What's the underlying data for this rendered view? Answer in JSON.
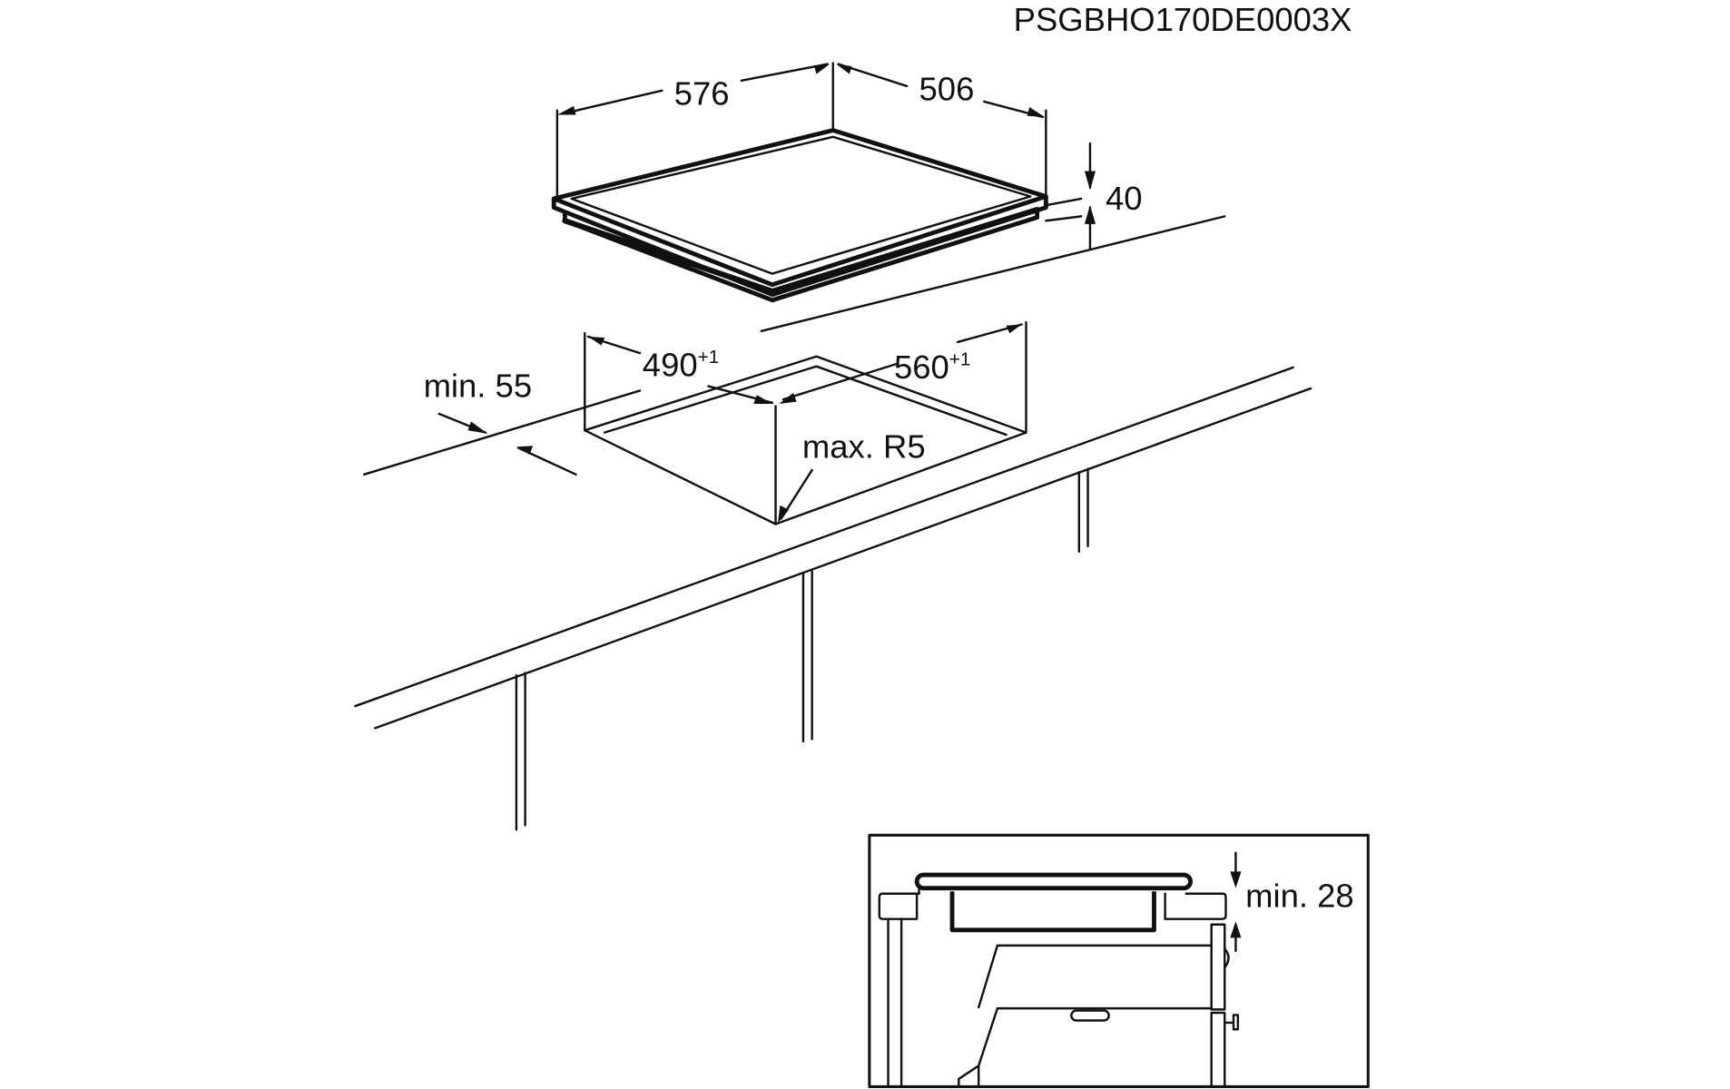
{
  "document_code": "PSGBHO170DE0003X",
  "hob_dimensions": {
    "width": "576",
    "depth": "506",
    "height": "40"
  },
  "cutout_dimensions": {
    "depth": "490",
    "depth_tolerance": "+1",
    "width": "560",
    "width_tolerance": "+1",
    "corner_radius": "max. R5",
    "min_edge_distance": "min. 55"
  },
  "inset": {
    "min_clearance": "min. 28"
  },
  "colors": {
    "line": "#111111",
    "background": "#ffffff"
  }
}
